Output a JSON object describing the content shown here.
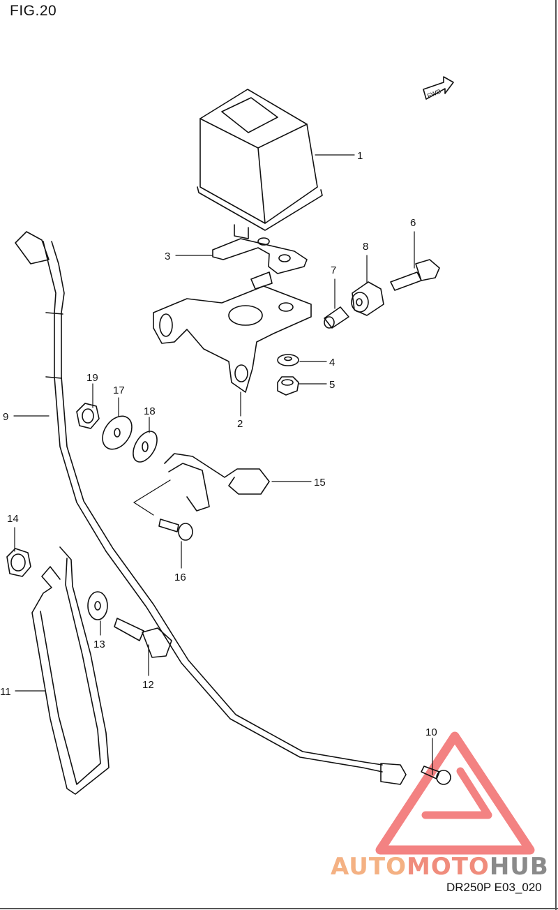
{
  "figure": {
    "title": "FIG.20",
    "code": "DR250P E03_020",
    "fwd_label": "FWD"
  },
  "watermark": {
    "part1": "AUTO",
    "part2": "MOTO",
    "part3": "HUB",
    "color_main": "#f26d6d",
    "color_light": "#f4b183"
  },
  "callouts": {
    "p1": "1",
    "p2": "2",
    "p3": "3",
    "p4": "4",
    "p5": "5",
    "p6": "6",
    "p7": "7",
    "p8": "8",
    "p9": "9",
    "p10": "10",
    "p11": "11",
    "p12": "12",
    "p13": "13",
    "p14": "14",
    "p15": "15",
    "p16": "16",
    "p17": "17",
    "p18": "18",
    "p19": "19"
  }
}
